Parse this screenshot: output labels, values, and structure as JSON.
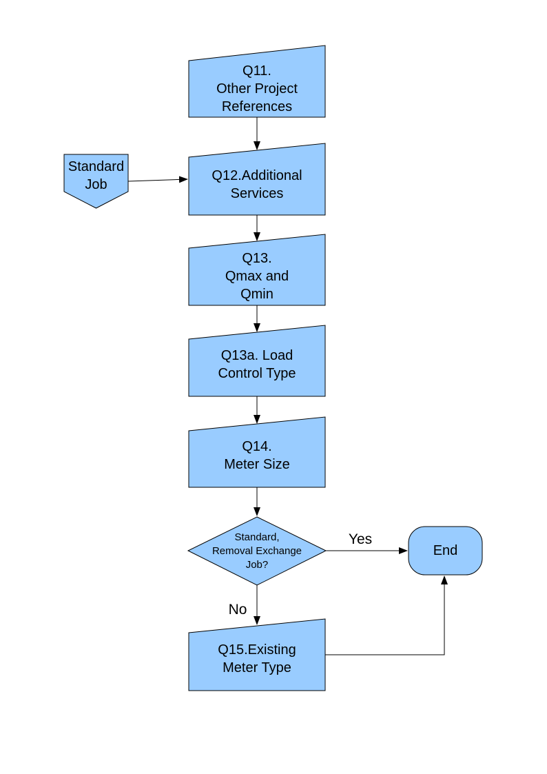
{
  "colors": {
    "node_fill": "#99CCFF",
    "node_border": "#000000",
    "connector": "#000000",
    "background": "#FFFFFF",
    "text_color": "#000000"
  },
  "nodes": {
    "q11": {
      "label": "Q11.\nOther Project\nReferences",
      "shape": "slant-top-box"
    },
    "standard_job": {
      "label": "Standard\nJob",
      "shape": "pentagon-down"
    },
    "q12": {
      "label": "Q12.Additional\nServices",
      "shape": "slant-top-box"
    },
    "q13": {
      "label": "Q13.\nQmax and\nQmin",
      "shape": "slant-top-box"
    },
    "q13a": {
      "label": "Q13a. Load\nControl Type",
      "shape": "slant-top-box"
    },
    "q14": {
      "label": "Q14.\nMeter Size",
      "shape": "slant-top-box"
    },
    "decision": {
      "label": "Standard,\nRemoval Exchange\nJob?",
      "shape": "diamond"
    },
    "end": {
      "label": "End",
      "shape": "terminator"
    },
    "q15": {
      "label": "Q15.Existing\nMeter Type",
      "shape": "slant-top-box"
    }
  },
  "edges": [
    {
      "from": "q11",
      "to": "q12",
      "label": ""
    },
    {
      "from": "standard_job",
      "to": "q12",
      "label": ""
    },
    {
      "from": "q12",
      "to": "q13",
      "label": ""
    },
    {
      "from": "q13",
      "to": "q13a",
      "label": ""
    },
    {
      "from": "q13a",
      "to": "q14",
      "label": ""
    },
    {
      "from": "q14",
      "to": "decision",
      "label": ""
    },
    {
      "from": "decision",
      "to": "end",
      "label": "Yes"
    },
    {
      "from": "decision",
      "to": "q15",
      "label": "No"
    },
    {
      "from": "q15",
      "to": "end",
      "label": ""
    }
  ]
}
